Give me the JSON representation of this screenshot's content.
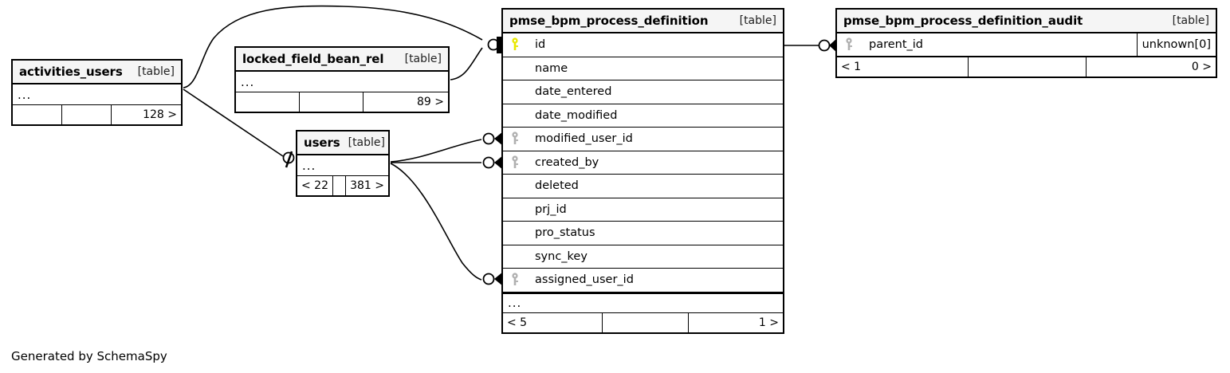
{
  "diagram": {
    "generator_credit": "Generated by SchemaSpy",
    "table_tag": "[table]",
    "ellipsis": "...",
    "colors": {
      "primary_key": "#e8e800",
      "foreign_key": "#b0b0b0",
      "header_bg": "#f5f5f5",
      "border": "#000000",
      "background": "#ffffff"
    }
  },
  "tables": {
    "activities_users": {
      "name": "activities_users",
      "tag": "[table]",
      "ellipsis": "...",
      "footer": {
        "left": "",
        "middle": "",
        "right": "128 >"
      }
    },
    "locked_field_bean_rel": {
      "name": "locked_field_bean_rel",
      "tag": "[table]",
      "ellipsis": "...",
      "footer": {
        "left": "",
        "middle": "",
        "right": "89 >"
      }
    },
    "users": {
      "name": "users",
      "tag": "[table]",
      "ellipsis": "...",
      "footer": {
        "left": "< 22",
        "middle": "",
        "right": "381 >"
      }
    },
    "pmse_bpm_process_definition": {
      "name": "pmse_bpm_process_definition",
      "tag": "[table]",
      "ellipsis": "...",
      "columns": [
        {
          "name": "id",
          "key": "primary",
          "type": ""
        },
        {
          "name": "name",
          "key": "none",
          "type": ""
        },
        {
          "name": "date_entered",
          "key": "none",
          "type": ""
        },
        {
          "name": "date_modified",
          "key": "none",
          "type": ""
        },
        {
          "name": "modified_user_id",
          "key": "foreign",
          "type": ""
        },
        {
          "name": "created_by",
          "key": "foreign",
          "type": ""
        },
        {
          "name": "deleted",
          "key": "none",
          "type": ""
        },
        {
          "name": "prj_id",
          "key": "none",
          "type": ""
        },
        {
          "name": "pro_status",
          "key": "none",
          "type": ""
        },
        {
          "name": "sync_key",
          "key": "none",
          "type": ""
        },
        {
          "name": "assigned_user_id",
          "key": "foreign",
          "type": ""
        }
      ],
      "footer": {
        "left": "< 5",
        "middle": "",
        "right": "1 >"
      }
    },
    "pmse_bpm_process_definition_audit": {
      "name": "pmse_bpm_process_definition_audit",
      "tag": "[table]",
      "columns": [
        {
          "name": "parent_id",
          "key": "foreign",
          "type": "unknown[0]"
        }
      ],
      "footer": {
        "left": "< 1",
        "middle": "",
        "right": "0 >"
      }
    }
  },
  "relationships": [
    {
      "from": "activities_users",
      "to": "pmse_bpm_process_definition.id",
      "from_cardinality": "crow",
      "to_cardinality": "one-bar"
    },
    {
      "from": "locked_field_bean_rel",
      "to": "pmse_bpm_process_definition.id",
      "from_cardinality": "crow",
      "to_cardinality": "one-bar"
    },
    {
      "from": "activities_users",
      "to": "users",
      "from_cardinality": "crow",
      "to_cardinality": "zero-or-one"
    },
    {
      "from": "users",
      "to": "pmse_bpm_process_definition.modified_user_id",
      "from_cardinality": "one",
      "to_cardinality": "zero-many"
    },
    {
      "from": "users",
      "to": "pmse_bpm_process_definition.created_by",
      "from_cardinality": "one",
      "to_cardinality": "zero-many"
    },
    {
      "from": "users",
      "to": "pmse_bpm_process_definition.assigned_user_id",
      "from_cardinality": "one",
      "to_cardinality": "zero-many"
    },
    {
      "from": "pmse_bpm_process_definition.id",
      "to": "pmse_bpm_process_definition_audit.parent_id",
      "from_cardinality": "one",
      "to_cardinality": "zero-many"
    }
  ]
}
